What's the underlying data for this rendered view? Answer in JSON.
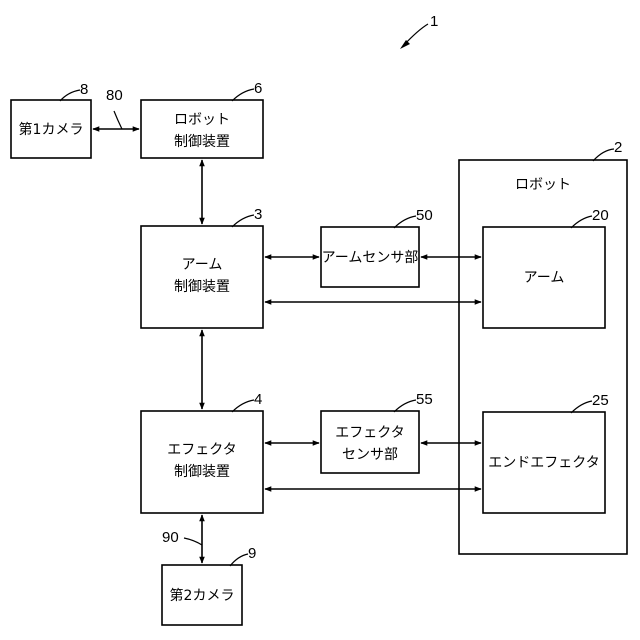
{
  "diagram": {
    "system_ref": "1",
    "robot": {
      "label": "ロボット",
      "ref": "2"
    },
    "first_camera": {
      "label": "第1カメラ",
      "ref": "8"
    },
    "robot_controller": {
      "label_line1": "ロボット",
      "label_line2": "制御装置",
      "ref": "6"
    },
    "arm_controller": {
      "label_line1": "アーム",
      "label_line2": "制御装置",
      "ref": "3"
    },
    "effector_controller": {
      "label_line1": "エフェクタ",
      "label_line2": "制御装置",
      "ref": "4"
    },
    "arm_sensor": {
      "label": "アームセンサ部",
      "ref": "50"
    },
    "effector_sensor": {
      "label_line1": "エフェクタ",
      "label_line2": "センサ部",
      "ref": "55"
    },
    "arm": {
      "label": "アーム",
      "ref": "20"
    },
    "end_effector": {
      "label": "エンドエフェクタ",
      "ref": "25"
    },
    "second_camera": {
      "label": "第2カメラ",
      "ref": "9"
    },
    "link_first_camera": {
      "ref": "80"
    },
    "link_second_camera": {
      "ref": "90"
    }
  }
}
